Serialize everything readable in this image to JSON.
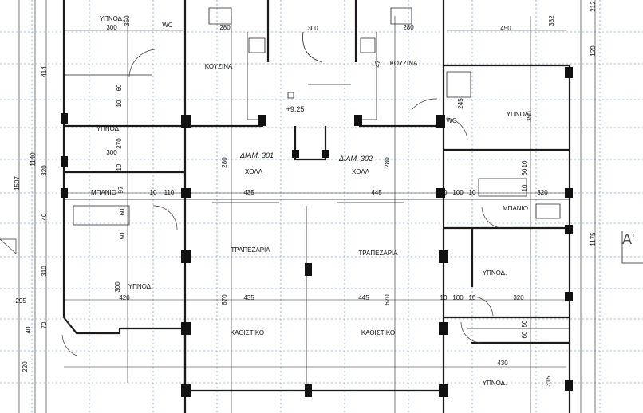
{
  "rooms": {
    "ypnod_top_left": "ΥΠΝΟΔ.",
    "ypnod_mid_left": "ΥΠΝΟΔ.",
    "ypnod_bottom_left": "ΥΠΝΟΔ.",
    "ypnod_right_top": "ΥΠΝΟΔ.",
    "ypnod_right_mid": "ΥΠΝΟΔ.",
    "ypnod_right_bottom": "ΥΠΝΟΔ.",
    "kouzina_left": "ΚΟΥΖΙΝΑ",
    "kouzina_right": "ΚΟΥΖΙΝΑ",
    "hall_left": "ΧΟΛΛ",
    "hall_right": "ΧΟΛΛ",
    "trapezaria_left": "ΤΡΑΠΕΖΑΡΙΑ",
    "trapezaria_right": "ΤΡΑΠΕΖΑΡΙΑ",
    "kathistiko_left": "ΚΑΘΙΣΤΙΚΟ",
    "kathistiko_right": "ΚΑΘΙΣΤΙΚΟ",
    "banio_left": "ΜΠΑΝΙΟ",
    "banio_right": "ΜΠΑΝΙΟ",
    "wc_left": "WC",
    "wc_right": "WC"
  },
  "apartments": {
    "left": "ΔΙΑΜ. 301",
    "right": "ΔΙΑΜ. 302"
  },
  "level": "+9.25",
  "section_marker": "A'",
  "dimensions": {
    "d300_a": "300",
    "d350_a": "350",
    "d280_a": "280",
    "d300_stair": "300",
    "d47": "47",
    "d280_b": "280",
    "d450": "450",
    "d332": "332",
    "d212": "212",
    "d120": "120",
    "d414": "414",
    "d60_a": "60",
    "d10_a": "10",
    "d270": "270",
    "d300_b": "300",
    "d320_a": "320",
    "d10_b": "10",
    "d1140": "1140",
    "d1507": "1507",
    "d97": "97",
    "d10_c": "10",
    "d110": "110",
    "d10_d": "10",
    "d435_a": "435",
    "d445_a": "445",
    "d10_e": "10",
    "d100_a": "100",
    "d10_f": "10",
    "d320_b": "320",
    "d245": "245",
    "d350_b": "350",
    "d10_g": "10",
    "d60_b": "60",
    "d10_h": "10",
    "d40": "40",
    "d60_c": "60",
    "d50": "50",
    "d1175": "1175",
    "d310": "310",
    "d280_c": "280",
    "d280_d": "280",
    "d300_c": "300",
    "d420": "420",
    "d295": "295",
    "d435_b": "435",
    "d445_b": "445",
    "d670_a": "670",
    "d670_b": "670",
    "d10_i": "10",
    "d100_b": "100",
    "d10_j": "10",
    "d320_c": "320",
    "d50_b": "50",
    "d60_d": "60",
    "d70": "70",
    "d40_b": "40",
    "d220": "220",
    "d430": "430",
    "d315": "315"
  }
}
